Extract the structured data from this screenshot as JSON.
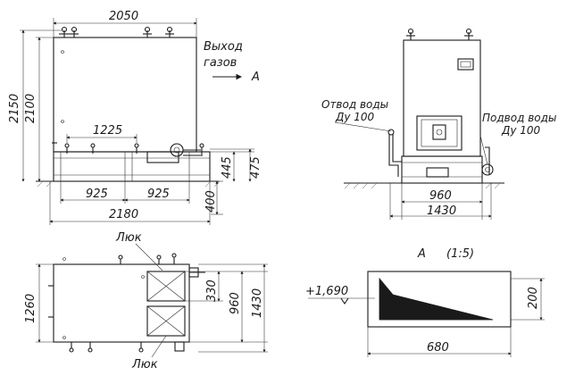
{
  "dimensions": {
    "front_width": "2050",
    "front_height_total": "2150",
    "front_height_body": "2100",
    "front_pipe_span": "1225",
    "front_half_left": "925",
    "front_half_right": "925",
    "front_base_width": "2180",
    "front_h445": "445",
    "front_h475": "475",
    "front_h400": "400",
    "side_width": "960",
    "side_base_width": "1430",
    "plan_depth": "1260",
    "plan_hatch": "330",
    "plan_960": "960",
    "plan_1430": "1430",
    "detail_width": "680",
    "detail_height": "200",
    "detail_level": "+1,690"
  },
  "labels": {
    "gas_outlet_line1": "Выход",
    "gas_outlet_line2": "газов",
    "view_arrow_letter": "A",
    "water_out_line1": "Отвод воды",
    "water_out_line2": "Ду 100",
    "water_in_line1": "Подвод воды",
    "water_in_line2": "Ду 100",
    "hatch_top": "Люк",
    "hatch_bottom": "Люк",
    "detail_view": "A",
    "detail_scale": "(1:5)"
  }
}
